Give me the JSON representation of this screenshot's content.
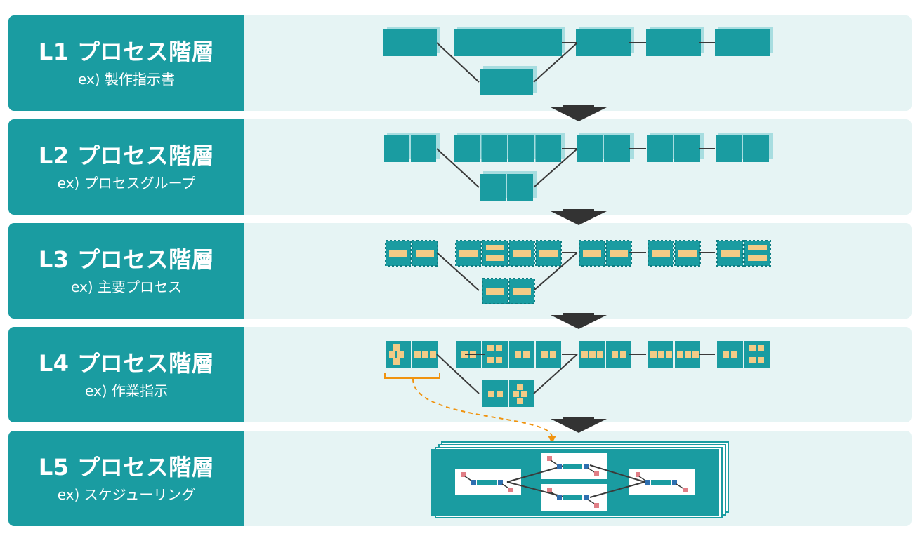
{
  "levels": [
    {
      "title": "L1 プロセス階層",
      "example": "ex) 製作指示書"
    },
    {
      "title": "L2 プロセス階層",
      "example": "ex) プロセスグループ"
    },
    {
      "title": "L3 プロセス階層",
      "example": "ex) 主要プロセス"
    },
    {
      "title": "L4 プロセス階層",
      "example": "ex) 作業指示"
    },
    {
      "title": "L5 プロセス階層",
      "example": "ex) スケジューリング"
    }
  ],
  "colors": {
    "label_bg": "#1a9ca1",
    "row_bg": "#e6f4f4",
    "teal_block": "#1a9ca1",
    "shadow_block": "#a7dde0",
    "task": "#f3cb86",
    "connector": "#3a3a3a",
    "arrow": "#333333",
    "highlight": "#f0930f",
    "node_red": "#e07e86",
    "node_blue": "#2e6fb0"
  }
}
